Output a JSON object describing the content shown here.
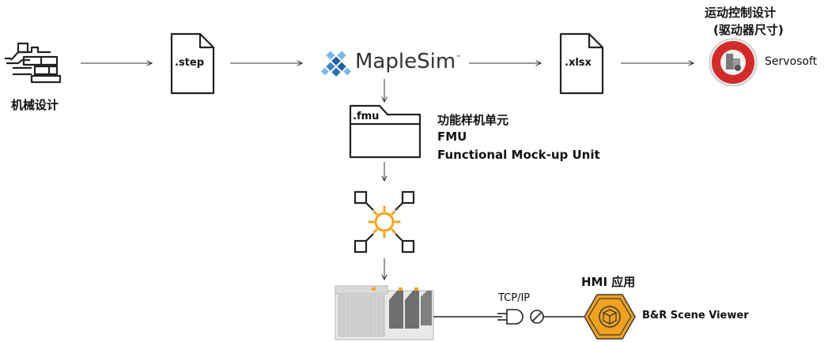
{
  "mechanical": {
    "label": "机械设计"
  },
  "step_file": {
    "ext": ".step"
  },
  "maplesim": {
    "name": "MapleSim",
    "tm": "™"
  },
  "xlsx_file": {
    "ext": ".xlsx"
  },
  "motion": {
    "title_line1": "运动控制设计",
    "title_line2": "(驱动器尺寸)",
    "product": "Servosoft"
  },
  "fmu": {
    "folder_label": ".fmu",
    "line1": "功能样机单元",
    "line2": "FMU",
    "line3": "Functional Mock-up Unit"
  },
  "connection": {
    "protocol": "TCP/IP"
  },
  "hmi": {
    "title": "HMI 应用",
    "product": "B&R Scene Viewer"
  },
  "colors": {
    "accent_orange": "#f5a31a",
    "hmi_orange": "#f0a21e",
    "maplesim_blue": "#1f5fa8",
    "servosoft_red": "#d32b2b",
    "line": "#333333"
  }
}
